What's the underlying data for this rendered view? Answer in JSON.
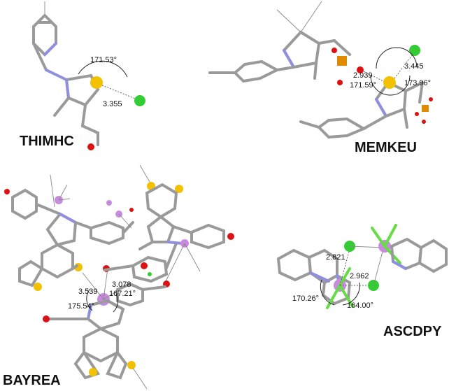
{
  "panels": {
    "thimhc": {
      "label": "THIMHC",
      "angle": "171.53°",
      "distance": "3.355"
    },
    "memkeu": {
      "label": "MEMKEU",
      "distance1": "2.939",
      "distance2": "3.445",
      "angle1": "171.59°",
      "angle2": "173.96°"
    },
    "bayrea": {
      "label": "BAYREA",
      "distance1": "3.539",
      "distance2": "3.078",
      "angle1": "167.21°",
      "angle2": "175.54°"
    },
    "ascdpy": {
      "label": "ASCDPY",
      "distance1": "2.821",
      "distance2": "2.962",
      "angle1": "170.26°",
      "angle2": "164.00°"
    }
  },
  "colors": {
    "sulfur": "#f2c200",
    "chlorine": "#33cc33",
    "oxygen": "#dd1111",
    "phosphorus": "#e08a00",
    "tellurium": "#c98be0",
    "nitrogen": "#8f8fe0",
    "carbon": "#9a9a9a"
  }
}
